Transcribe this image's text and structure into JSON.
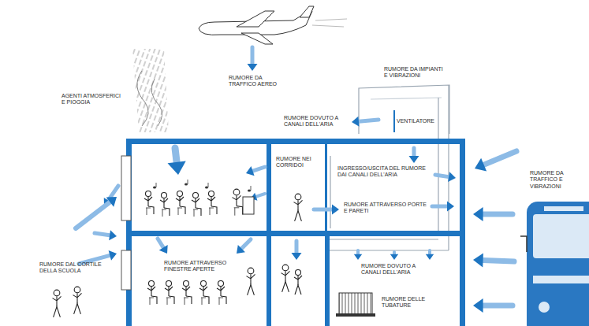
{
  "diagram": {
    "labels": [
      "RUMORE DA TRAFFICO AEREO",
      "AGENTI ATMOSFERICI E PIOGGIA",
      "RUMORE DA IMPIANTI E VIBRAZIONI",
      "RUMORE DOVUTO A CANALI DELL'ARIA",
      "VENTILATORE",
      "RUMORE NEI CORRIDOI",
      "INGRESSO/USCITA DEL RUMORE DAI CANALI DELL'ARIA",
      "RUMORE ATTRAVERSO PORTE E PARETI",
      "RUMORE DA TRAFFICO E VIBRAZIONI",
      "RUMORE DAL CORTILE DELLA SCUOLA",
      "RUMORE ATTRAVERSO FINESTRE APERTE",
      "RUMORE DOVUTO A CANALI DELL'ARIA",
      "RUMORE DELLE TUBATURE"
    ]
  }
}
